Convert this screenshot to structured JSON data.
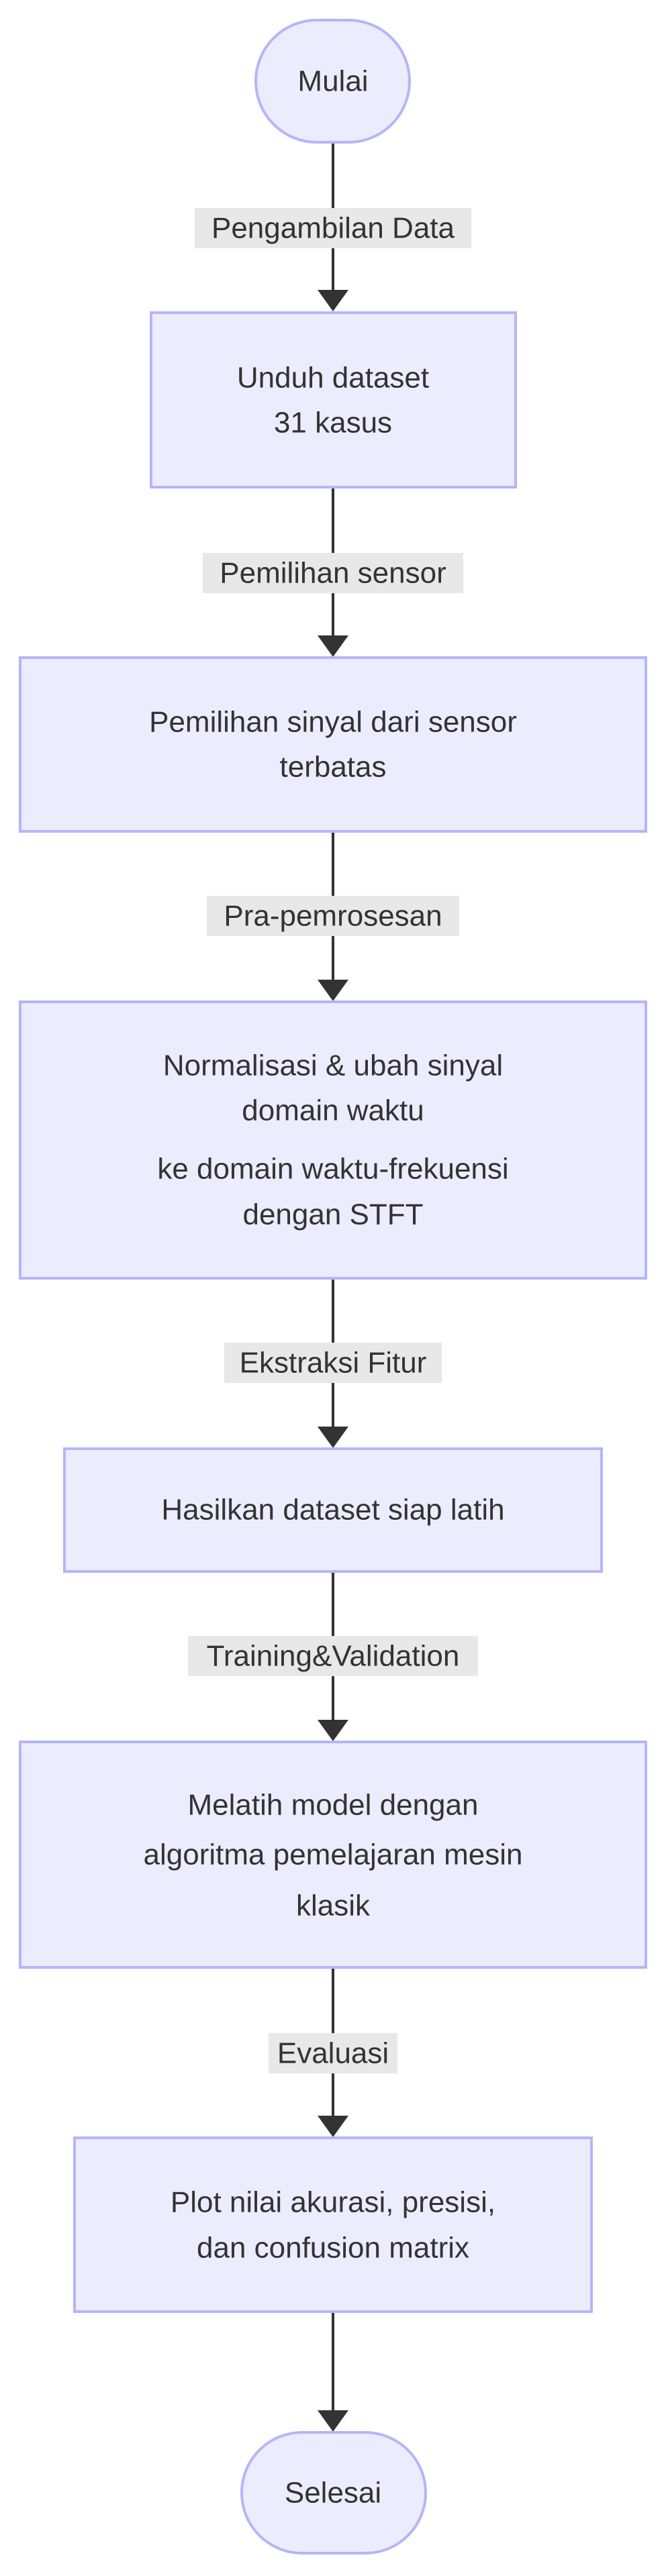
{
  "colors": {
    "node_fill": "#ECECFF",
    "node_stroke": "#B5B5FA",
    "edge": "#333333",
    "edge_label_bg": "#E8E8E8",
    "text": "#333333"
  },
  "nodes": {
    "start": {
      "label": "Mulai",
      "shape": "stadium"
    },
    "download": {
      "lines": [
        "Unduh dataset",
        "31 kasus"
      ]
    },
    "select": {
      "lines": [
        "Pemilihan sinyal dari sensor",
        "terbatas"
      ]
    },
    "preprocess": {
      "lines": [
        "Normalisasi & ubah sinyal",
        "domain waktu",
        "ke domain waktu-frekuensi",
        "dengan STFT"
      ]
    },
    "dataset": {
      "lines": [
        "Hasilkan dataset siap latih"
      ]
    },
    "train": {
      "lines": [
        "Melatih model dengan",
        "algoritma pemelajaran mesin",
        "klasik"
      ]
    },
    "plot": {
      "lines": [
        "Plot nilai akurasi, presisi,",
        "dan confusion matrix"
      ]
    },
    "end": {
      "label": "Selesai",
      "shape": "stadium"
    }
  },
  "edges": {
    "e1": "Pengambilan Data",
    "e2": "Pemilihan sensor",
    "e3": "Pra-pemrosesan",
    "e4": "Ekstraksi Fitur",
    "e5": "Training&Validation",
    "e6": "Evaluasi"
  }
}
